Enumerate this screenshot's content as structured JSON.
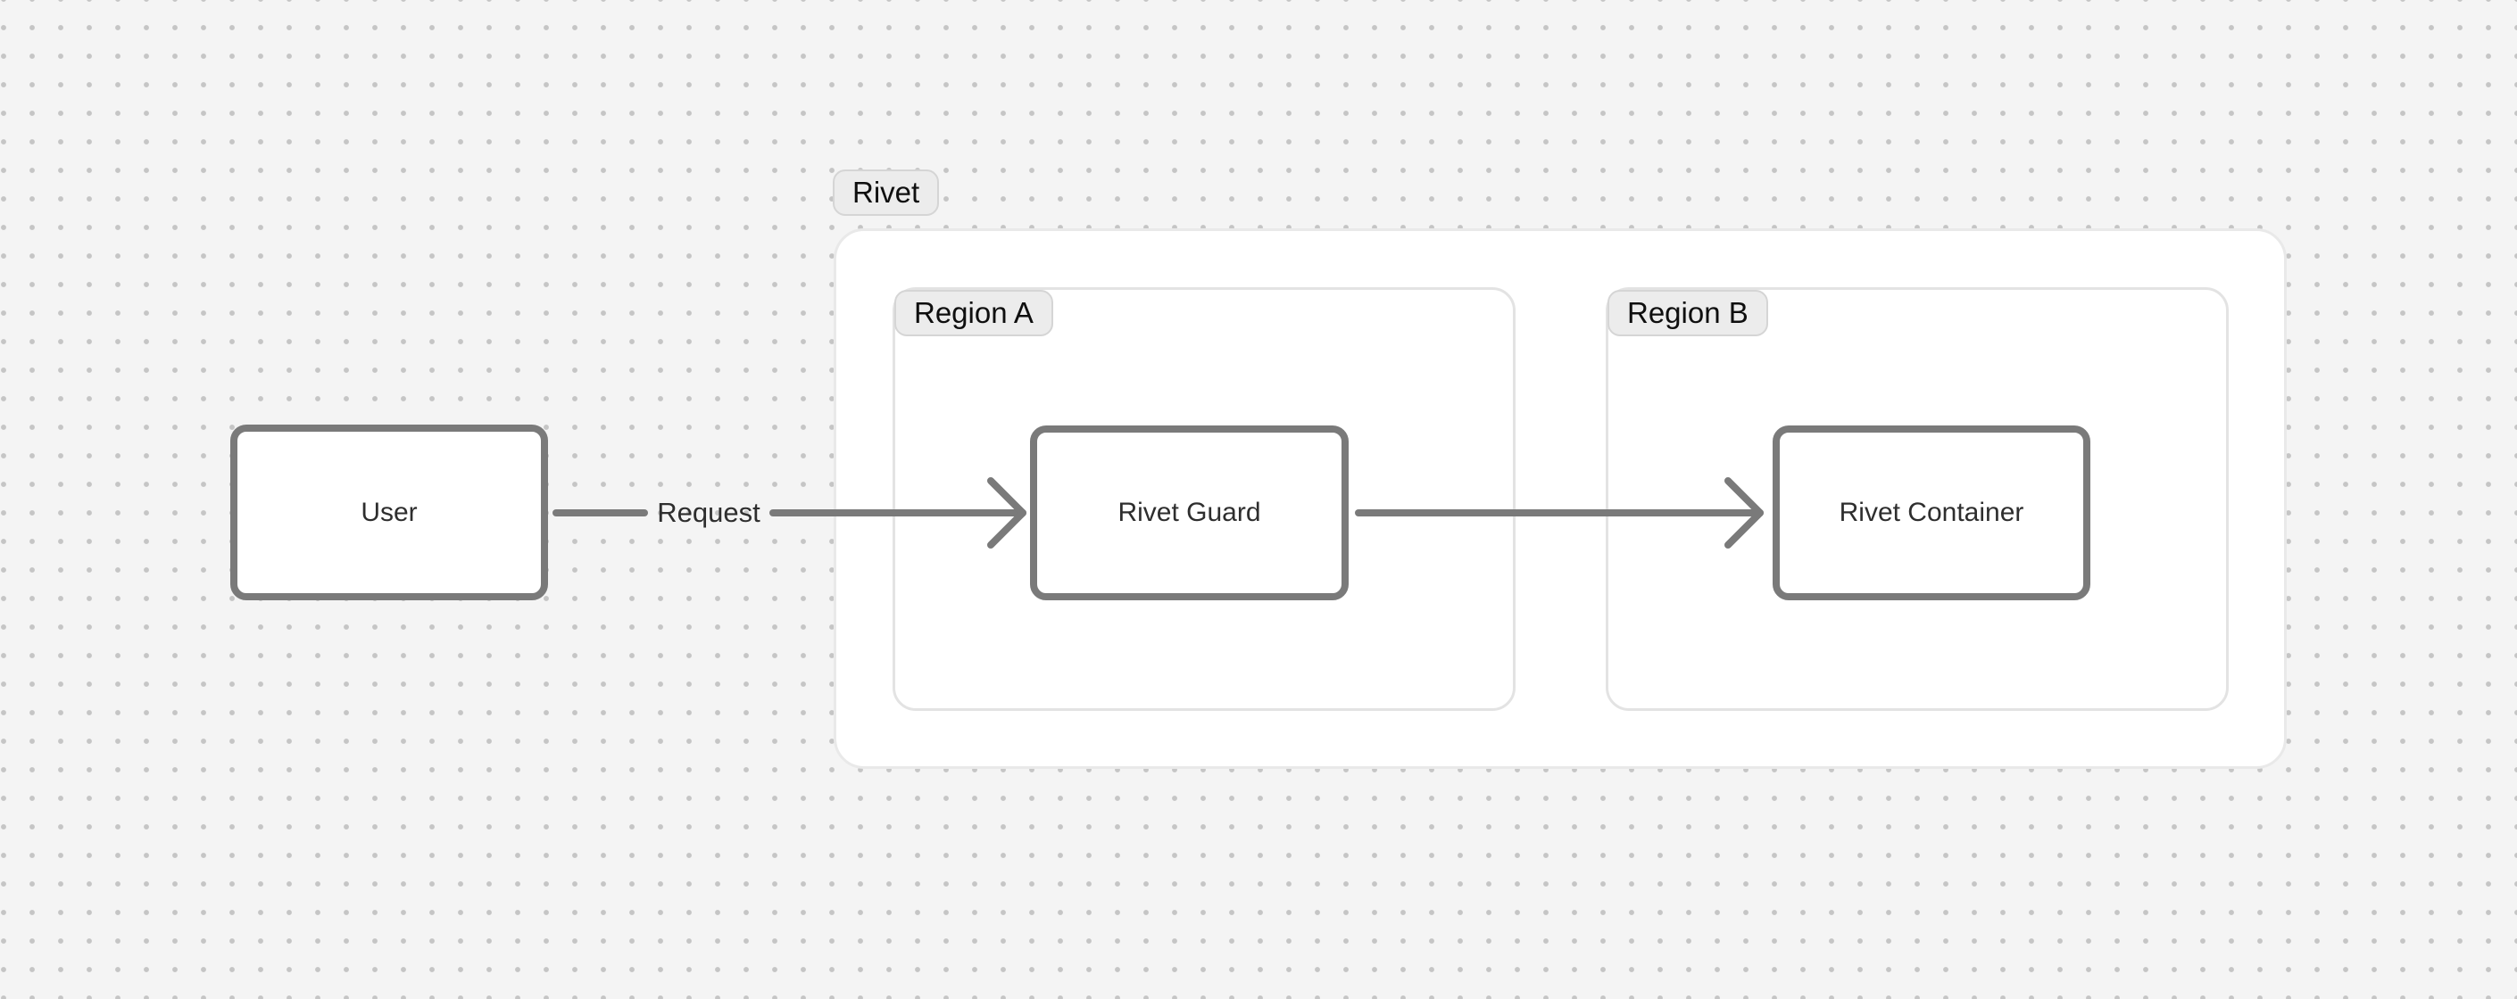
{
  "diagram": {
    "type": "flow-diagram",
    "canvas": {
      "background": "dot-grid"
    },
    "groups": {
      "rivet": {
        "label": "Rivet"
      },
      "region_a": {
        "label": "Region A",
        "parent": "rivet"
      },
      "region_b": {
        "label": "Region B",
        "parent": "rivet"
      }
    },
    "nodes": {
      "user": {
        "label": "User"
      },
      "rivet_guard": {
        "label": "Rivet Guard",
        "group": "region_a"
      },
      "rivet_container": {
        "label": "Rivet Container",
        "group": "region_b"
      }
    },
    "edges": [
      {
        "from": "user",
        "to": "rivet_guard",
        "label": "Request"
      },
      {
        "from": "rivet_guard",
        "to": "rivet_container",
        "label": ""
      }
    ],
    "colors": {
      "canvas_bg": "#f4f4f4",
      "dot": "#c5c5c5",
      "shape_border": "#7a7a7a",
      "node_bg": "#ffffff",
      "node_text": "#2e2e2e",
      "group_bg": "#ffffff",
      "group_border": "#e9e9e9",
      "region_border": "#e3e3e3",
      "pill_bg": "#ececec",
      "pill_border": "#d5d5d5",
      "pill_text": "#0f0f0f",
      "edge_label_text": "#2e2e2e"
    }
  }
}
